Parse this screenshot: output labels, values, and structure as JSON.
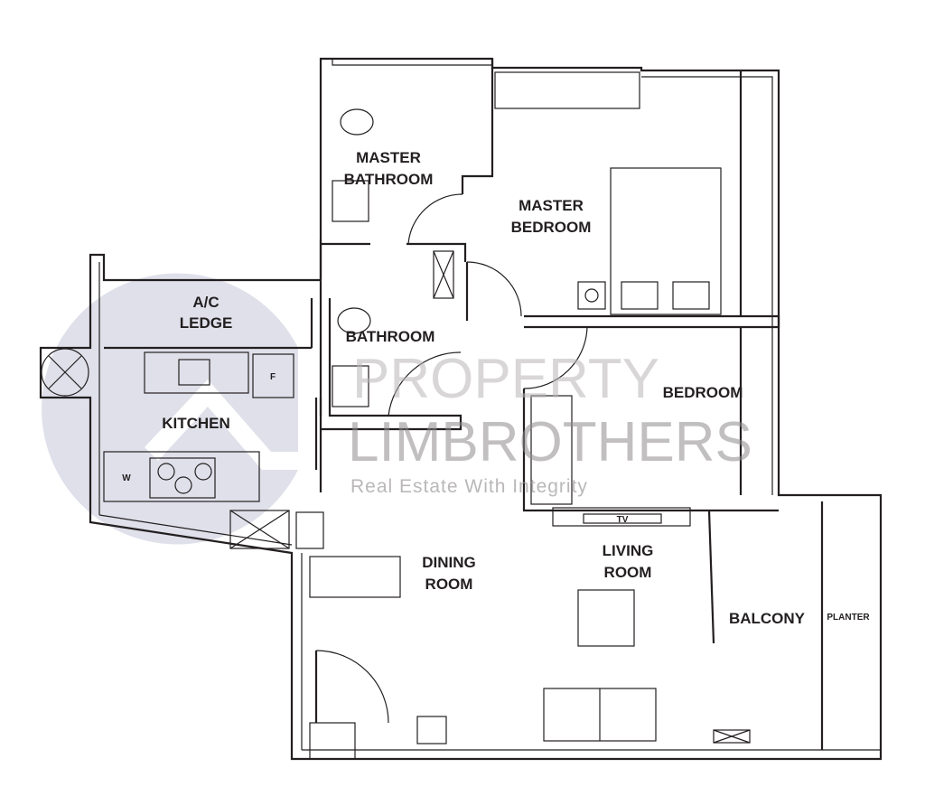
{
  "rooms": {
    "master_bathroom": [
      "MASTER",
      "BATHROOM"
    ],
    "master_bedroom": [
      "MASTER",
      "BEDROOM"
    ],
    "ac_ledge": [
      "A/C",
      "LEDGE"
    ],
    "bathroom": "BATHROOM",
    "kitchen": "KITCHEN",
    "bedroom": "BEDROOM",
    "dining_room": [
      "DINING",
      "ROOM"
    ],
    "living_room": [
      "LIVING",
      "ROOM"
    ],
    "balcony": "BALCONY",
    "planter": "PLANTER"
  },
  "fixtures": {
    "tv": "TV",
    "fridge": "F",
    "washer": "W"
  },
  "watermark": {
    "line1": "PROPERTY",
    "line2": "LIMBROTHERS",
    "tagline": "Real Estate With Integrity"
  },
  "colors": {
    "wall": "#231f20",
    "watermark_logo": "#c9cbdc"
  }
}
